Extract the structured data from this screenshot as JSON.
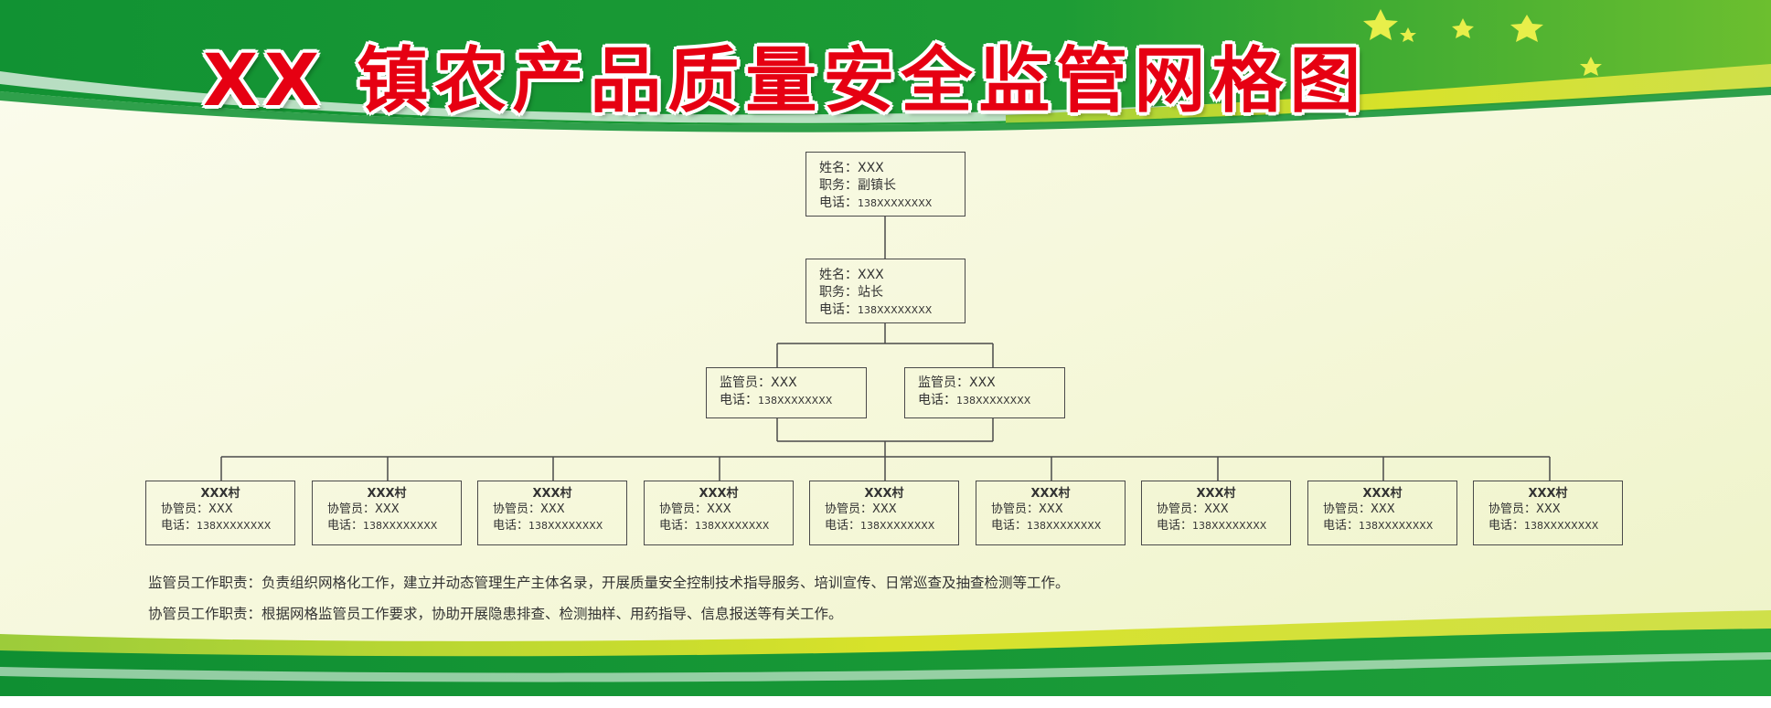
{
  "title": "XX 镇农产品质量安全监管网格图",
  "colors": {
    "banner_green": "#1f9a36",
    "banner_light_green": "#8cc63f",
    "accent_yellow": "#d7e12a",
    "title_red": "#e60012",
    "background_cream": "#f4f7d8",
    "border_gray": "#4a4a4a"
  },
  "leaders": [
    {
      "name_line": "姓名：XXX",
      "role_line": "职务：副镇长",
      "phone_label": "电话：",
      "phone": "138XXXXXXXX"
    },
    {
      "name_line": "姓名：XXX",
      "role_line": "职务：站长",
      "phone_label": "电话：",
      "phone": "138XXXXXXXX"
    }
  ],
  "supervisors": [
    {
      "name_line": "监管员：XXX",
      "phone_label": "电话：",
      "phone": "138XXXXXXXX"
    },
    {
      "name_line": "监管员：XXX",
      "phone_label": "电话：",
      "phone": "138XXXXXXXX"
    }
  ],
  "villages": [
    {
      "village": "XXX村",
      "name_line": "协管员：XXX",
      "phone_label": "电话：",
      "phone": "138XXXXXXXX"
    },
    {
      "village": "XXX村",
      "name_line": "协管员：XXX",
      "phone_label": "电话：",
      "phone": "138XXXXXXXX"
    },
    {
      "village": "XXX村",
      "name_line": "协管员：XXX",
      "phone_label": "电话：",
      "phone": "138XXXXXXXX"
    },
    {
      "village": "XXX村",
      "name_line": "协管员：XXX",
      "phone_label": "电话：",
      "phone": "138XXXXXXXX"
    },
    {
      "village": "XXX村",
      "name_line": "协管员：XXX",
      "phone_label": "电话：",
      "phone": "138XXXXXXXX"
    },
    {
      "village": "XXX村",
      "name_line": "协管员：XXX",
      "phone_label": "电话：",
      "phone": "138XXXXXXXX"
    },
    {
      "village": "XXX村",
      "name_line": "协管员：XXX",
      "phone_label": "电话：",
      "phone": "138XXXXXXXX"
    },
    {
      "village": "XXX村",
      "name_line": "协管员：XXX",
      "phone_label": "电话：",
      "phone": "138XXXXXXXX"
    },
    {
      "village": "XXX村",
      "name_line": "协管员：XXX",
      "phone_label": "电话：",
      "phone": "138XXXXXXXX"
    }
  ],
  "duties": [
    "监管员工作职责：负责组织网格化工作，建立并动态管理生产主体名录，开展质量安全控制技术指导服务、培训宣传、日常巡查及抽查检测等工作。",
    "协管员工作职责：根据网格监管员工作要求，协助开展隐患排查、检测抽样、用药指导、信息报送等有关工作。"
  ],
  "icons": {
    "decoration": "star-icon"
  }
}
